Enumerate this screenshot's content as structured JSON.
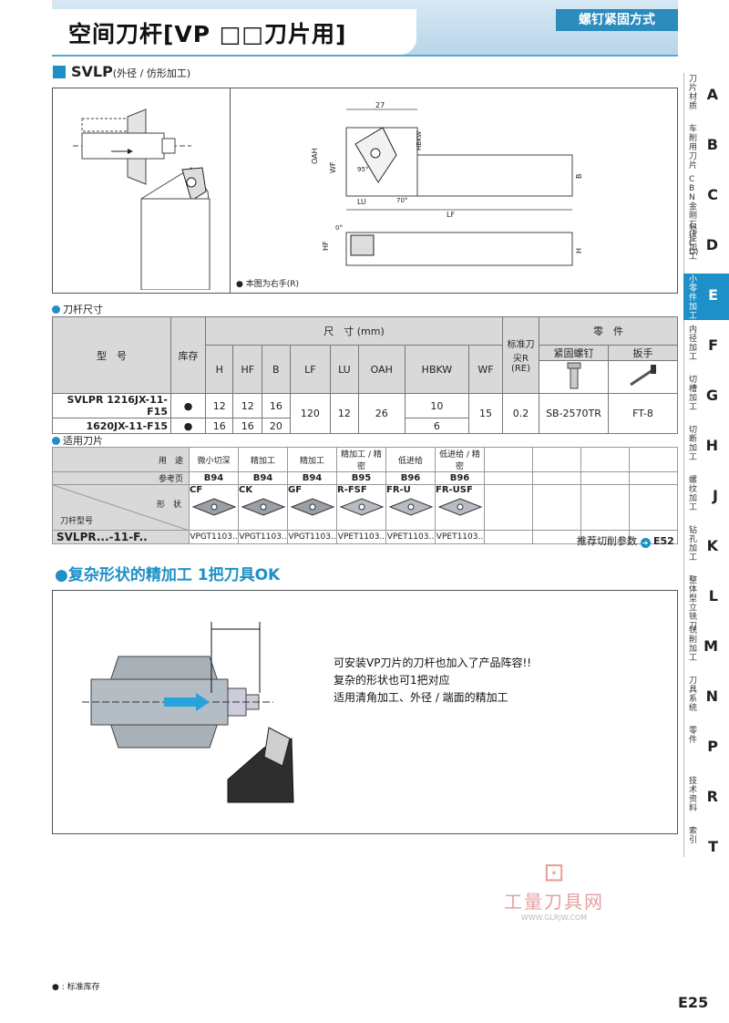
{
  "header": {
    "title": "空间刀杆[VP □□刀片用]",
    "method": "螺钉紧固方式"
  },
  "section": {
    "code": "SVLP",
    "sub": "(外径 / 仿形加工)"
  },
  "figure": {
    "note": "● 本图为右手(R)",
    "dims": [
      "27",
      "OAH",
      "WF",
      "95°",
      "HBKW",
      "B",
      "LU",
      "70°",
      "LF",
      "0°",
      "HF",
      "H"
    ]
  },
  "spec_table": {
    "caption": "刀杆尺寸",
    "model_header": "型　号",
    "stock_header": "库存",
    "dims_header": "尺　寸 (mm)",
    "columns": [
      "H",
      "HF",
      "B",
      "LF",
      "LU",
      "OAH",
      "HBKW",
      "WF"
    ],
    "radius_header": "标准刀尖R (RE)",
    "parts_header": "零　件",
    "screw_header": "紧固螺钉",
    "wrench_header": "扳手",
    "rows": [
      {
        "model": "SVLPR 1216JX-11-F15",
        "stock": "●",
        "H": "12",
        "HF": "12",
        "B": "16",
        "HBKW": "10"
      },
      {
        "model": "1620JX-11-F15",
        "stock": "●",
        "H": "16",
        "HF": "16",
        "B": "20",
        "HBKW": "6"
      }
    ],
    "shared": {
      "LF": "120",
      "LU": "12",
      "OAH": "26",
      "WF": "15",
      "RE": "0.2",
      "screw": "SB-2570TR",
      "wrench": "FT-8"
    }
  },
  "app_table": {
    "caption": "适用刀片",
    "row_labels": {
      "use": "用　途",
      "ref": "参考页",
      "shape": "形　状",
      "holder": "刀杆型号"
    },
    "holder_model": "SVLPR...-11-F..",
    "uses": [
      "微小切深",
      "精加工",
      "精加工",
      "精加工 / 精密",
      "低进给",
      "低进给 / 精密"
    ],
    "pages": [
      "B94",
      "B94",
      "B94",
      "B95",
      "B96",
      "B96"
    ],
    "chipbreakers": [
      "CF",
      "CK",
      "GF",
      "R-FSF",
      "FR-U",
      "FR-USF"
    ],
    "inserts": [
      "VPGT1103..",
      "VPGT1103..",
      "VPGT1103..",
      "VPET1103..",
      "VPET1103..",
      "VPET1103.."
    ]
  },
  "recommend": {
    "text": "推荐切削参数",
    "page": "E52"
  },
  "ok_section": {
    "title": "●复杂形状的精加工 1把刀具OK",
    "lines": [
      "可安装VP刀片的刀杆也加入了产品阵容!!",
      "复杂的形状也可1把对应",
      "适用清角加工、外径 / 端面的精加工"
    ]
  },
  "watermark": {
    "logo": "工量刀具网",
    "url": "WWW.GLRJW.COM"
  },
  "footer": {
    "note": "● : 标准库存",
    "page": "E25"
  },
  "side_tabs": [
    {
      "label": "刀片材质",
      "letter": "A"
    },
    {
      "label": "车削用刀片",
      "letter": "B"
    },
    {
      "label": "CBN 金刚石(PCD)",
      "letter": "C"
    },
    {
      "label": "外径加工",
      "letter": "D"
    },
    {
      "label": "小零件加工",
      "letter": "E",
      "active": true
    },
    {
      "label": "内径加工",
      "letter": "F"
    },
    {
      "label": "切槽加工",
      "letter": "G"
    },
    {
      "label": "切断加工",
      "letter": "H"
    },
    {
      "label": "螺纹加工",
      "letter": "J"
    },
    {
      "label": "钻孔加工",
      "letter": "K"
    },
    {
      "label": "整体型立铣刀",
      "letter": "L"
    },
    {
      "label": "铣削加工",
      "letter": "M"
    },
    {
      "label": "刀具系统",
      "letter": "N"
    },
    {
      "label": "零件",
      "letter": "P"
    },
    {
      "label": "技术资料",
      "letter": "R"
    },
    {
      "label": "索引",
      "letter": "T"
    }
  ],
  "colors": {
    "accent": "#1f8fc7",
    "header_band": "#b8d5e9",
    "active_tab": "#1f8fc7"
  }
}
